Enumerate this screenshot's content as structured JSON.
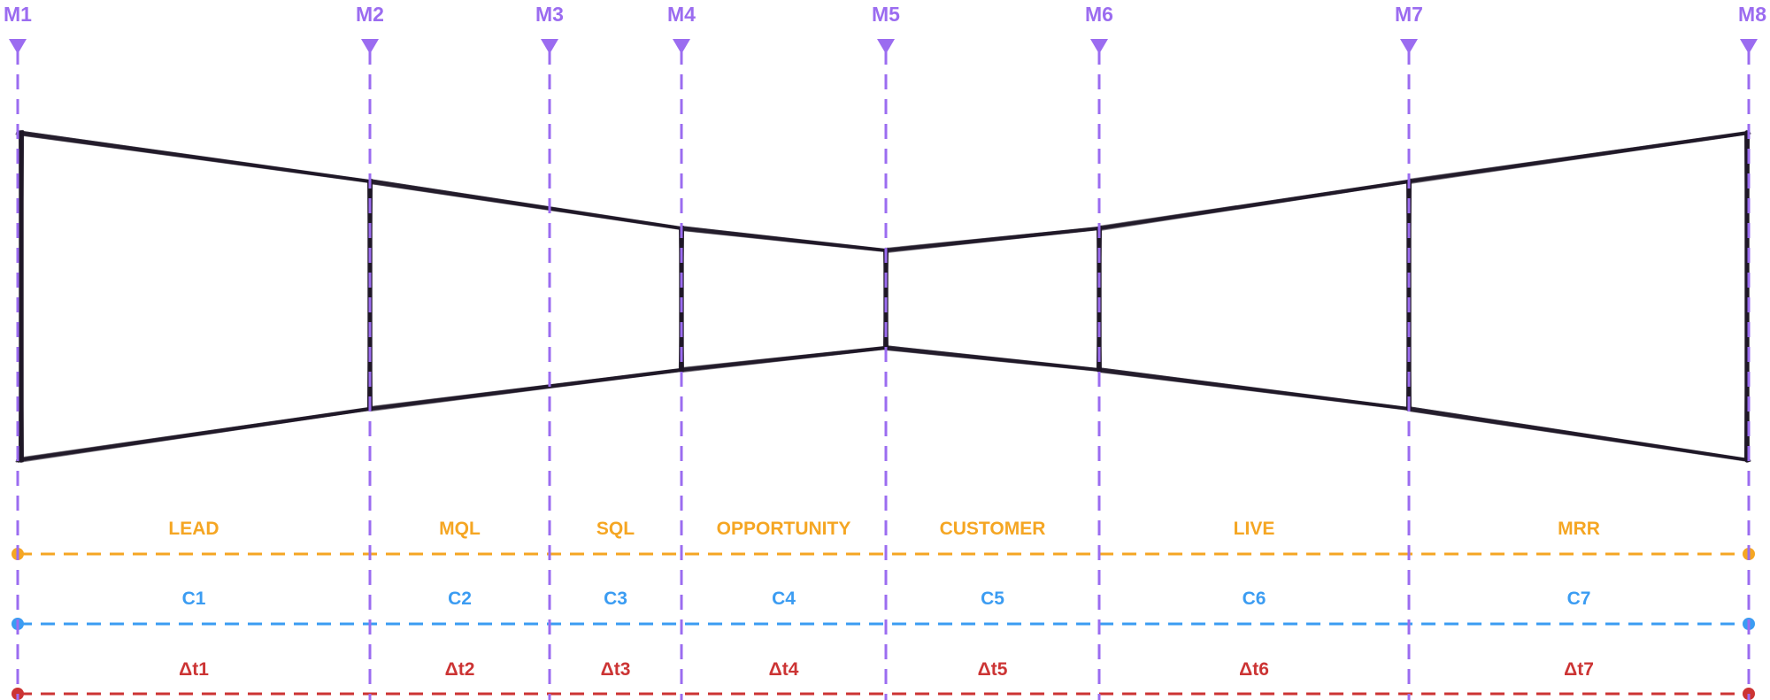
{
  "colors": {
    "milestone": "#9b6cf0",
    "stages": "#f5a623",
    "conversions": "#3b9cf2",
    "durations": "#cc3434",
    "funnel_stroke": "#1e1726"
  },
  "milestones": [
    {
      "label": "M1"
    },
    {
      "label": "M2"
    },
    {
      "label": "M3"
    },
    {
      "label": "M4"
    },
    {
      "label": "M5"
    },
    {
      "label": "M6"
    },
    {
      "label": "M7"
    },
    {
      "label": "M8"
    }
  ],
  "rows": [
    {
      "id": "stages",
      "labels": [
        "LEAD",
        "MQL",
        "SQL",
        "OPPORTUNITY",
        "CUSTOMER",
        "LIVE",
        "MRR"
      ]
    },
    {
      "id": "conversions",
      "labels": [
        "C1",
        "C2",
        "C3",
        "C4",
        "C5",
        "C6",
        "C7"
      ]
    },
    {
      "id": "durations",
      "labels": [
        "Δt1",
        "Δt2",
        "Δt3",
        "Δt4",
        "Δt5",
        "Δt6",
        "Δt7"
      ]
    }
  ]
}
